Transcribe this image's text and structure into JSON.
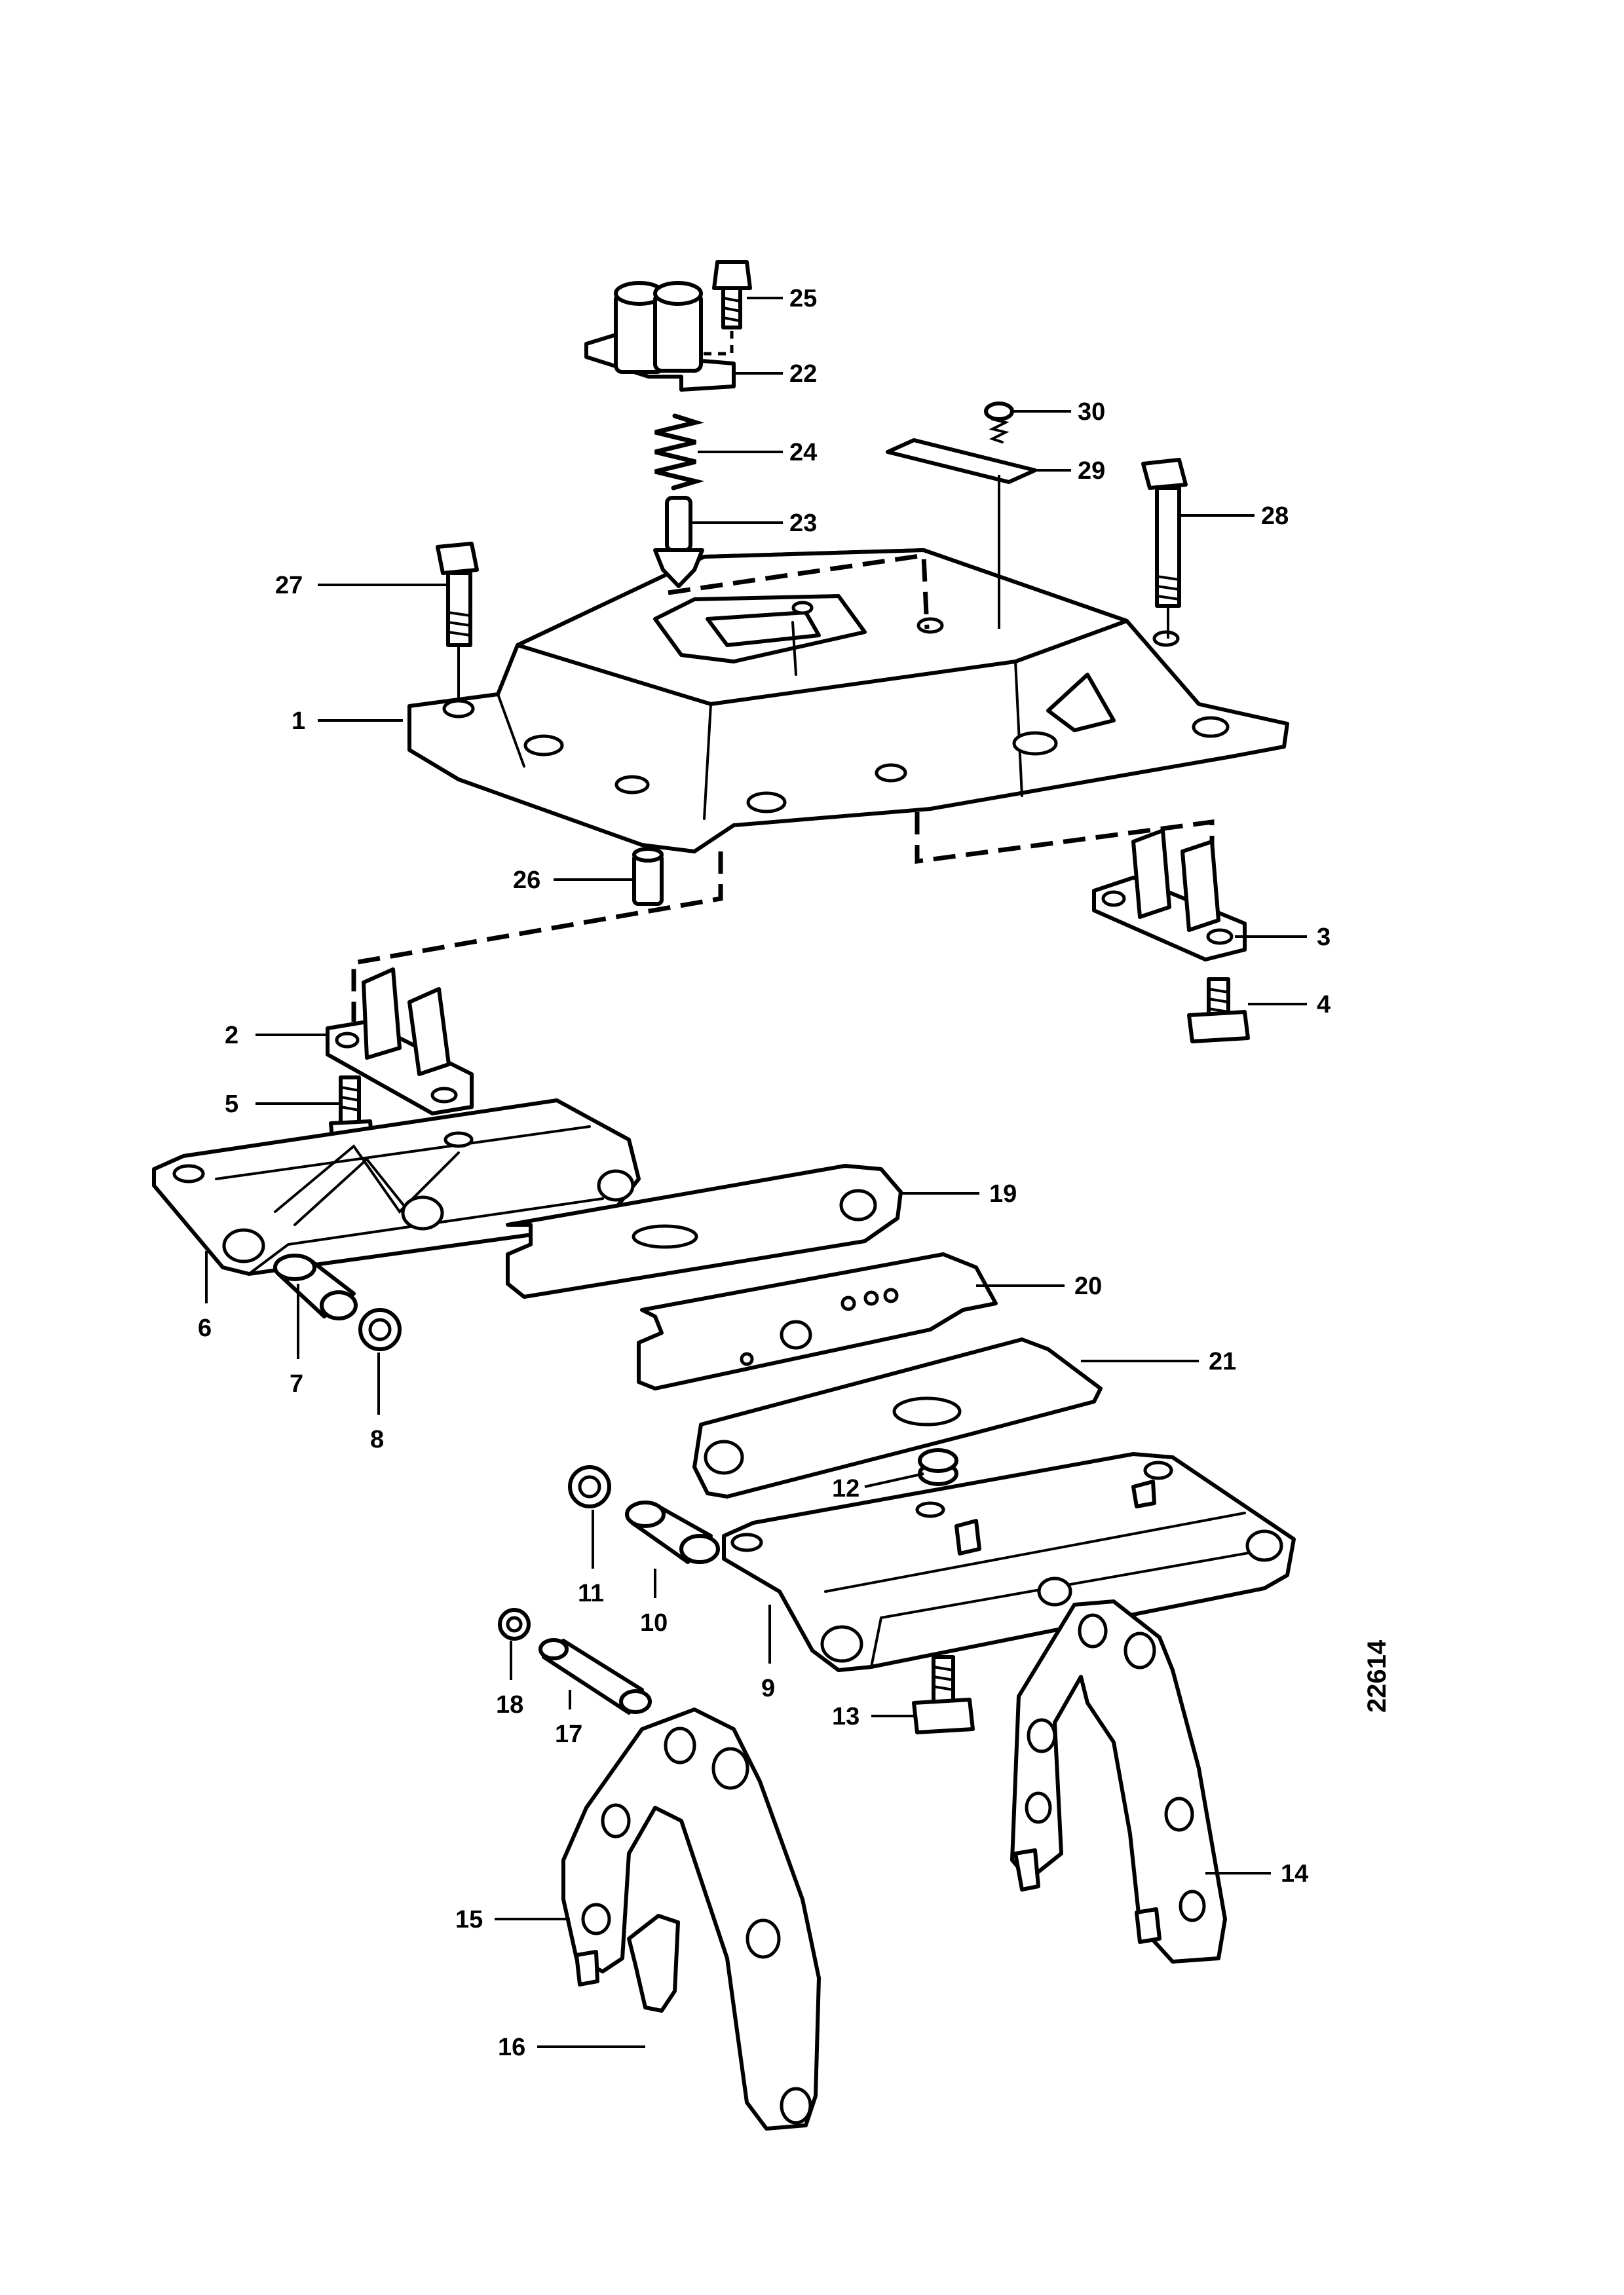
{
  "figure_number": "22614",
  "callouts": [
    "1",
    "2",
    "3",
    "4",
    "5",
    "6",
    "7",
    "8",
    "9",
    "10",
    "11",
    "12",
    "13",
    "14",
    "15",
    "16",
    "17",
    "18",
    "19",
    "20",
    "21",
    "22",
    "23",
    "24",
    "25",
    "26",
    "27",
    "28",
    "29",
    "30"
  ]
}
